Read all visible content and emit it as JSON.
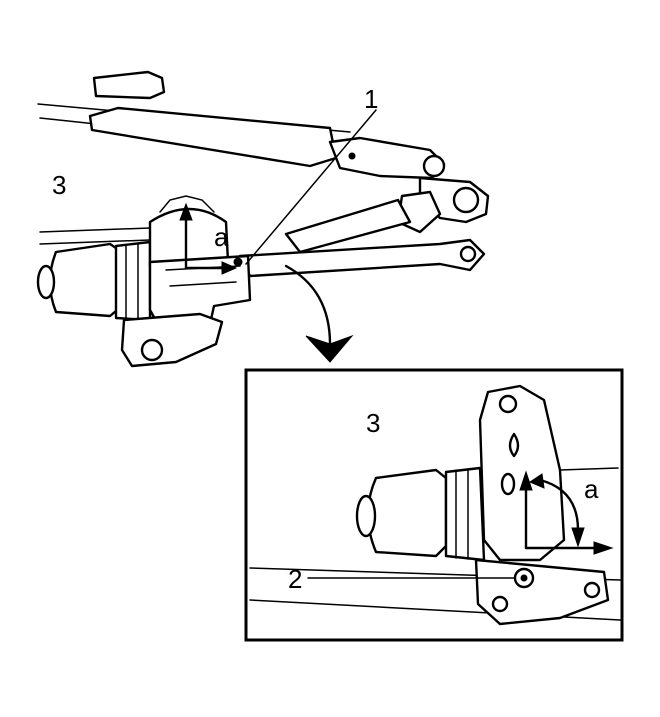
{
  "callouts": {
    "one": "1",
    "two": "2",
    "three_main": "3",
    "three_detail": "3",
    "a_main": "a",
    "a_detail": "a"
  },
  "colors": {
    "line": "#000000",
    "background": "#ffffff"
  }
}
